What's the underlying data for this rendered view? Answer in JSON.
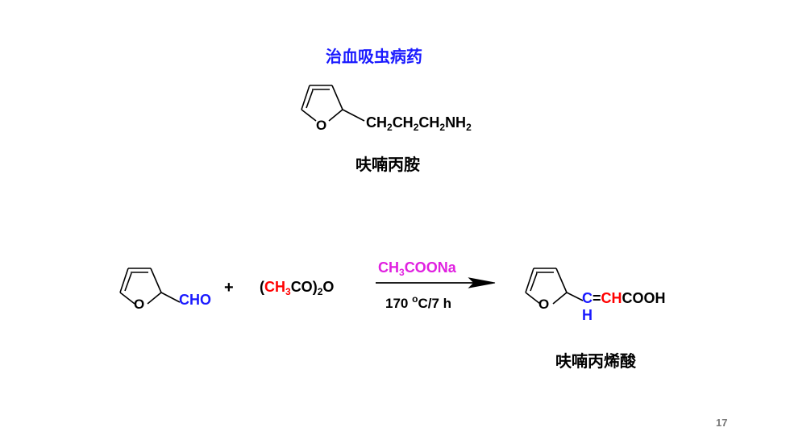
{
  "slide": {
    "title": "治血吸虫病药",
    "page_number": "17"
  },
  "compound1": {
    "ring_atom": "O",
    "chain": [
      "CH",
      "2",
      "CH",
      "2",
      "CH",
      "2",
      "NH",
      "2"
    ],
    "name": "呋喃丙胺"
  },
  "reaction": {
    "reactant1": {
      "ring_atom": "O",
      "group": "CHO"
    },
    "plus": "+",
    "reactant2": {
      "open": "(",
      "ch": "CH",
      "three": "3",
      "co": "CO)",
      "two": "2",
      "o": "O"
    },
    "reagent_top": {
      "a": "CH",
      "b": "3",
      "c": "COONa"
    },
    "reagent_bottom": {
      "a": "170 ",
      "deg": "o",
      "b": "C/7 h"
    },
    "product": {
      "ring_atom": "O",
      "c": "C",
      "h": "H",
      "bond": "=",
      "ch": "CH",
      "cooh": "COOH",
      "name": "呋喃丙烯酸"
    }
  },
  "colors": {
    "title": "#1a1aff",
    "red": "#ff0000",
    "blue": "#1a1aff",
    "magenta": "#e020e0"
  }
}
